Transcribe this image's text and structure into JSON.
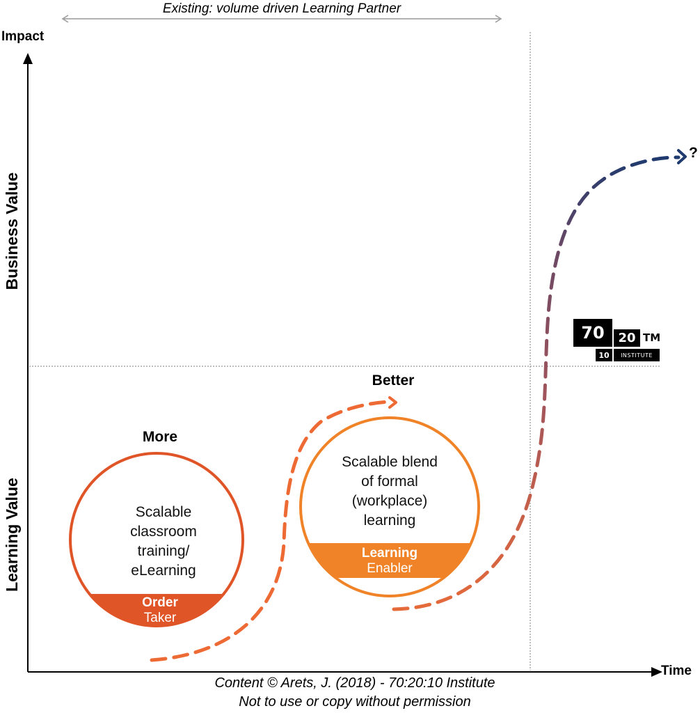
{
  "banner": {
    "text": "Existing: volume driven Learning Partner"
  },
  "axes": {
    "y_label": "Impact",
    "x_label": "Time",
    "upper_zone": "Business Value",
    "lower_zone": "Learning Value"
  },
  "stages": [
    {
      "heading": "More",
      "body_lines": [
        "Scalable",
        "classroom",
        "training/",
        "eLearning"
      ],
      "role_line1": "Order",
      "role_line2": "Taker",
      "color": "#E05527"
    },
    {
      "heading": "Better",
      "body_lines": [
        "Scalable blend",
        "of formal",
        "(workplace)",
        "learning"
      ],
      "role_line1": "Learning",
      "role_line2": "Enabler",
      "color": "#F08328"
    }
  ],
  "future_marker": "?",
  "logo": {
    "main": "70",
    "second": "20",
    "third": "10",
    "tm": "TM",
    "institute": "INSTITUTE"
  },
  "colors": {
    "path_orange": "#EE6A35",
    "path_brown": "#A4555A",
    "path_navy": "#1F3A6E",
    "guide": "#9a9a9a"
  },
  "footer": {
    "line1": "Content © Arets, J. (2018) - 70:20:10 Institute",
    "line2": "Not to use or copy without permission"
  }
}
